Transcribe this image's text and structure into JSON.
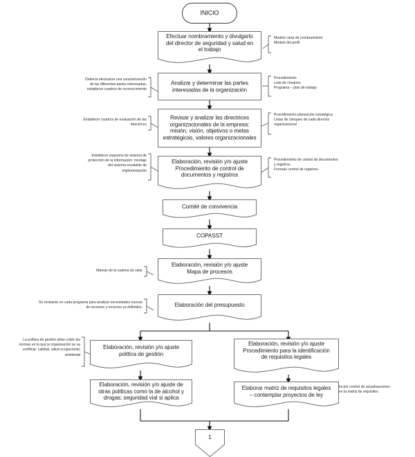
{
  "diagram": {
    "title": "Flujograma implementacion sistema de gestion",
    "stroke_color": "#6e6e6e",
    "text_color": "#1a1a1a",
    "background": "#ffffff"
  },
  "nodes": {
    "start": {
      "label": "INICIO",
      "shape": "terminator"
    },
    "n1": {
      "label": "Efectuar nombramiento y divulgarlo\ndel director de seguridad y salud en\nel trabajo",
      "shape": "document"
    },
    "n2": {
      "label": "Analizar y determinar las partes\ninteresadas de la organización",
      "shape": "rectangle"
    },
    "n3": {
      "label": "Revisar y analizar las directrices\norganizacionales de la empresa:\nmisión, visión, objetivos o metas\nestratégicas, valores organizacionales",
      "shape": "rectangle"
    },
    "n4": {
      "label": "Elaboración, revisión y/o ajuste\nProcedimiento de control de\ndocumentos y registros",
      "shape": "document"
    },
    "n5": {
      "label": "Comité de convivencia",
      "shape": "document"
    },
    "n6": {
      "label": "COPASST",
      "shape": "document"
    },
    "n7": {
      "label": "Elaboración, revisión y/o ajuste\nMapa de procesos",
      "shape": "document"
    },
    "n8": {
      "label": "Elaboración del presupuesto",
      "shape": "document"
    },
    "n9": {
      "label": "Elaboración, revisión y/o ajuste\npolítica de gestión",
      "shape": "document"
    },
    "n10": {
      "label": "Elaboración, revisión y/o ajuste\nProcedimiento para la identificación\nde requisitos legales",
      "shape": "document"
    },
    "n11": {
      "label": "Elaboración, revisión y/o ajuste de\notras políticas como la de alcohol y\ndrogas; seguridad vial si aplica",
      "shape": "document"
    },
    "n12": {
      "label": "Elaborar matriz de requisitos legales\n– contemplar proyectos de ley",
      "shape": "document"
    },
    "connector": {
      "label": "1",
      "shape": "pentagon"
    }
  },
  "notes": {
    "r1": "Modelo carta de nombramiento\nModelo del perfil",
    "r2": "Procedimiento\nLista de chequeo\nPrograma – plan de trabajo",
    "r3": "Procedimiento planeación estratégica\nListas de chequeo de cada directriz\norganizacional",
    "r4": "Procedimiento de control de documentos\ny registros\nFormato control de registros",
    "r12": "Incluir control de actualizaciones\nen la matriz de requisitos",
    "l2": "Debería efectuarse una caracterización\nde las diferentes partes interesadas;\nestablecer cuadros de reconocimiento",
    "l3": "Establecer cuadros de evaluación de las\ndirectrices",
    "l4": "Establecer esquema de sistema de\nprotección de la información: montaje\ndel sistema escalable de\nimplementación",
    "l7": "Manejo de la cadena de valor",
    "l8": "Se revisarán en cada programa para analizar necesidades nuevas\nde recursos y recursos ya definidos.",
    "l9": "La política de gestión debe cubrir las\nnormas en la que la organización se va\ncertificar: calidad, salud ocupacional;\nambiental"
  }
}
